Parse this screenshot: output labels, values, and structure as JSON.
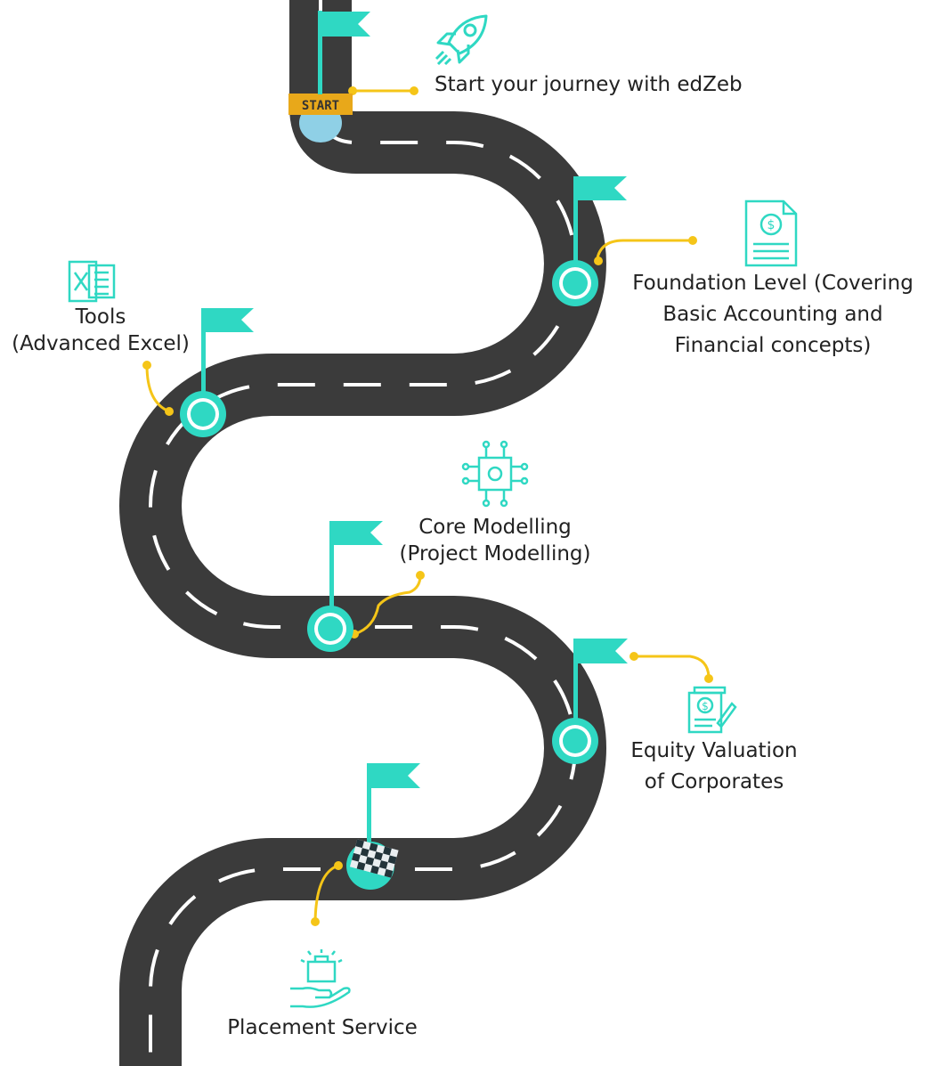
{
  "colors": {
    "road": "#3b3b3b",
    "accent": "#2fd8c3",
    "connector": "#f5c518",
    "start_band": "#e8a81a"
  },
  "start_badge": "START",
  "milestones": [
    {
      "label_lines": [
        "Start your journey with edZeb"
      ],
      "icon": "rocket-icon"
    },
    {
      "label_lines": [
        "Foundation Level (Covering",
        "Basic Accounting and",
        "Financial concepts)"
      ],
      "icon": "financial-document-icon"
    },
    {
      "label_lines": [
        "Tools",
        "(Advanced Excel)"
      ],
      "icon": "excel-icon"
    },
    {
      "label_lines": [
        "Core Modelling",
        "(Project Modelling)"
      ],
      "icon": "chip-gear-icon"
    },
    {
      "label_lines": [
        "Equity Valuation",
        "of Corporates"
      ],
      "icon": "valuation-document-icon"
    },
    {
      "label_lines": [
        "Placement Service"
      ],
      "icon": "briefcase-hand-icon"
    }
  ]
}
